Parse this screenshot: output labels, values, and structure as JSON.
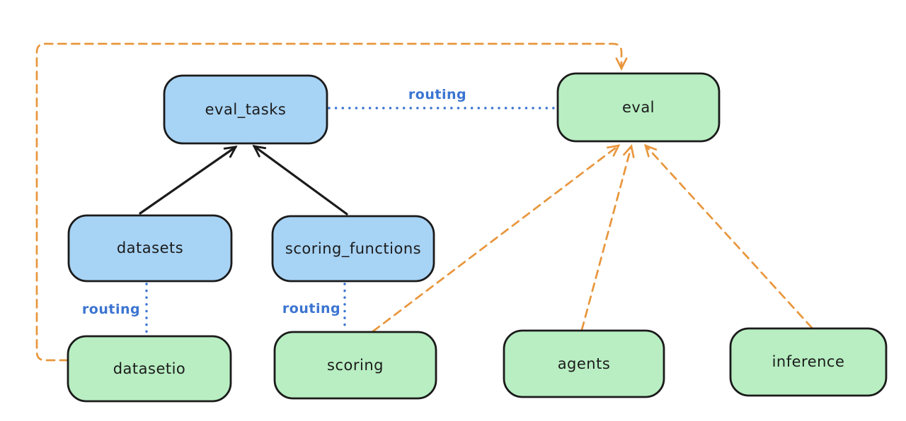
{
  "diagram": {
    "colors": {
      "background": "#ffffff",
      "blue_fill": "#a7d3f5",
      "green_fill": "#b8eec2",
      "node_stroke": "#1b1b1b",
      "routing_blue": "#3b74d1",
      "orange": "#e8963c"
    },
    "nodes": [
      {
        "id": "eval_tasks",
        "label": "eval_tasks",
        "kind": "blue"
      },
      {
        "id": "eval",
        "label": "eval",
        "kind": "green"
      },
      {
        "id": "datasets",
        "label": "datasets",
        "kind": "blue"
      },
      {
        "id": "scoring_functions",
        "label": "scoring_functions",
        "kind": "blue"
      },
      {
        "id": "datasetio",
        "label": "datasetio",
        "kind": "green"
      },
      {
        "id": "scoring",
        "label": "scoring",
        "kind": "green"
      },
      {
        "id": "agents",
        "label": "agents",
        "kind": "green"
      },
      {
        "id": "inference",
        "label": "inference",
        "kind": "green"
      }
    ],
    "edges": [
      {
        "from": "datasets",
        "to": "eval_tasks",
        "style": "solid",
        "color": "black"
      },
      {
        "from": "scoring_functions",
        "to": "eval_tasks",
        "style": "solid",
        "color": "black"
      },
      {
        "from": "eval_tasks",
        "to": "eval",
        "style": "dotted",
        "color": "blue",
        "label": "routing"
      },
      {
        "from": "datasets",
        "to": "datasetio",
        "style": "dotted",
        "color": "blue",
        "label": "routing"
      },
      {
        "from": "scoring_functions",
        "to": "scoring",
        "style": "dotted",
        "color": "blue",
        "label": "routing"
      },
      {
        "from": "datasetio",
        "to": "eval",
        "style": "dashed",
        "color": "orange"
      },
      {
        "from": "scoring",
        "to": "eval",
        "style": "dashed",
        "color": "orange"
      },
      {
        "from": "agents",
        "to": "eval",
        "style": "dashed",
        "color": "orange"
      },
      {
        "from": "inference",
        "to": "eval",
        "style": "dashed",
        "color": "orange"
      }
    ]
  }
}
